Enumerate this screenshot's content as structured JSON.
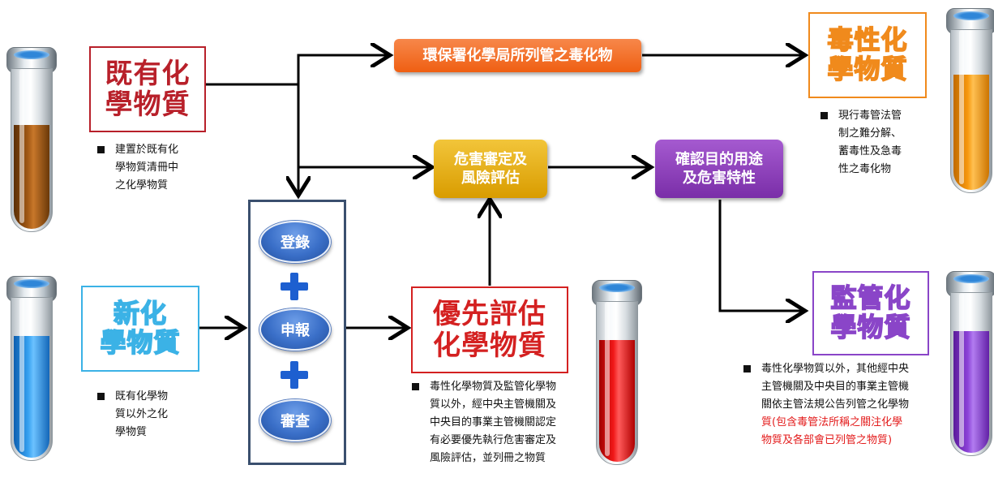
{
  "boxes": {
    "existing": {
      "line1": "既有化",
      "line2": "學物質",
      "color": "#b8202a"
    },
    "new": {
      "line1": "新化",
      "line2": "學物質",
      "color": "#3bb2e6"
    },
    "priority": {
      "line1": "優先評估",
      "line2": "化學物質",
      "color": "#d42121"
    },
    "toxic": {
      "line1": "毒性化",
      "line2": "學物質",
      "color": "#f08a1c"
    },
    "regulated": {
      "line1": "監管化",
      "line2": "學物質",
      "color": "#8a45c8"
    }
  },
  "process": {
    "epa_list": "環保署化學局所列管之毒化物",
    "hazard_line1": "危害審定及",
    "hazard_line2": "風險評估",
    "confirm_line1": "確認目的用途",
    "confirm_line2": "及危害特性"
  },
  "steps": {
    "register": "登錄",
    "declare": "申報",
    "review": "審查"
  },
  "notes": {
    "existing": [
      "建置於既有化",
      "學物質清冊中",
      "之化學物質"
    ],
    "new": [
      "既有化學物",
      "質以外之化",
      "學物質"
    ],
    "priority": [
      "毒性化學物質及監管化學物",
      "質以外，經中央主管機關及",
      "中央目的事業主管機關認定",
      "有必要優先執行危害審定及",
      "風險評估，並列冊之物質"
    ],
    "toxic": [
      "現行毒管法管",
      "制之難分解、",
      "蓄毒性及急毒",
      "性之毒化物"
    ],
    "regulated": [
      "毒性化學物質以外，其他經中央",
      "主管機關及中央目的事業主管機",
      "關依主管法規公告列管之化學物"
    ],
    "regulated_red": [
      "質(包含毒管法所稱之關注化學",
      "物質及各部會已列管之物質)"
    ]
  },
  "tubes": {
    "brown": "#8a4a10",
    "blue": "#2f8fe6",
    "red": "#e01010",
    "orange": "#f5940d",
    "purple": "#8a3fd0"
  },
  "colors": {
    "epa_box": "#f26b1d",
    "hazard_box": "#e0a800",
    "confirm_box": "#8a3fb5",
    "step_frame": "#3a4f6e"
  }
}
